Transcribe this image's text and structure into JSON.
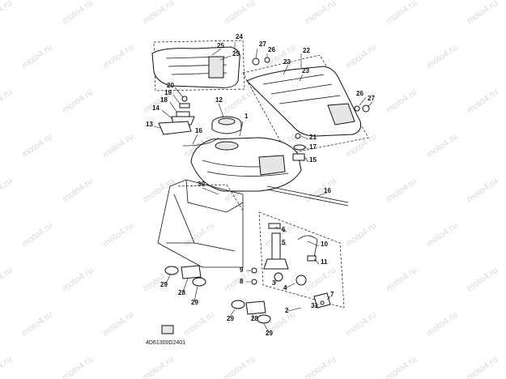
{
  "watermark": {
    "text": "moto4.ru"
  },
  "diagram": {
    "code": "4D61300D2401",
    "callouts": [
      "24",
      "25",
      "25",
      "27",
      "26",
      "22",
      "23",
      "23",
      "20",
      "19",
      "18",
      "14",
      "13",
      "12",
      "16",
      "1",
      "21",
      "17",
      "15",
      "26",
      "27",
      "30",
      "16",
      "6",
      "5",
      "10",
      "11",
      "9",
      "8",
      "3",
      "4",
      "7",
      "31",
      "2",
      "29",
      "28",
      "29",
      "29",
      "28",
      "29"
    ]
  }
}
